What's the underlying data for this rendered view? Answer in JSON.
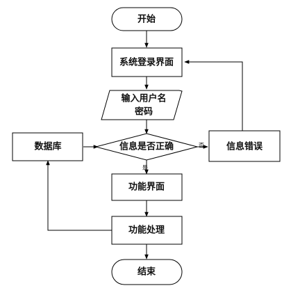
{
  "nodes": {
    "start": "开始",
    "login": "系统登录界面",
    "input_line1": "输入用户名",
    "input_line2": "密码",
    "check": "信息是否正确",
    "error": "信息错误",
    "database": "数据库",
    "func_ui": "功能界面",
    "func_proc": "功能处理",
    "end": "结束"
  },
  "edges": {
    "no": "否",
    "yes": "是"
  },
  "colors": {
    "stroke": "#000000",
    "fill": "#ffffff"
  }
}
